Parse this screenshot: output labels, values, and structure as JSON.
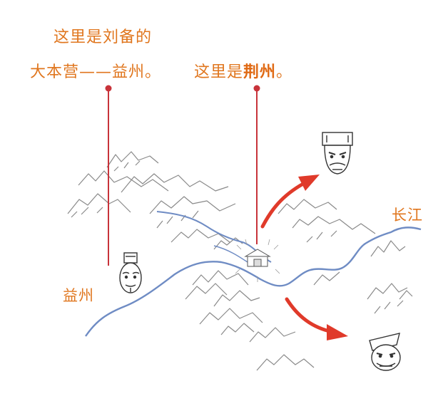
{
  "annotations": {
    "yizhou_note": {
      "line1": "这里是刘备的",
      "line2": "大本营——益州。"
    },
    "jingzhou_note": {
      "prefix": "这里是",
      "emphasis": "荆州",
      "suffix": "。"
    }
  },
  "places": {
    "yizhou": "益州",
    "changjiang": "长江"
  },
  "colors": {
    "label": "#e0761e",
    "pin_line": "#c8333a",
    "river": "#6f8cc4",
    "arrow": "#e03a2a",
    "mountain": "#8a8a8a"
  },
  "icons": [
    "liubei-portrait-icon",
    "cao-cao-portrait-icon",
    "sun-quan-portrait-icon",
    "jingzhou-city-icon",
    "mountain-icon"
  ]
}
